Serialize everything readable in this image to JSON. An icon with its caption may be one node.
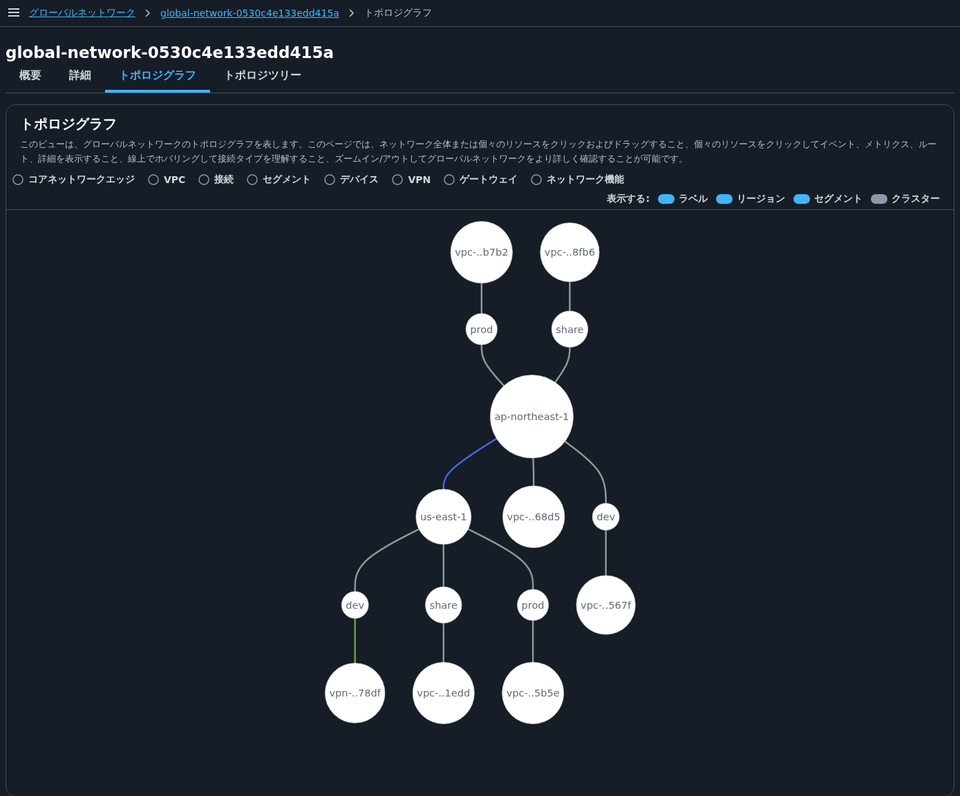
{
  "diagram": {
    "title": "global-network-0530c4e133edd415a",
    "nodes": [
      {
        "text": [
          "vpc-..b7b2"
        ]
      },
      {
        "text": [
          "vpc-..8fb6"
        ]
      },
      {
        "text": [
          "share"
        ]
      },
      {
        "text": [
          "dev"
        ]
      },
      {
        "text": [
          "prod"
        ]
      },
      {
        "text": [
          "ap-northeast-1"
        ]
      },
      {
        "text": [
          "us-east-1"
        ]
      },
      {
        "text": [
          "vpn-..78df"
        ]
      },
      {
        "text": [
          "vpc-..68d5"
        ]
      },
      {
        "text": [
          "dev"
        ]
      },
      {
        "text": [
          "share"
        ]
      },
      {
        "text": [
          "prod"
        ]
      },
      {
        "text": [
          "vpc-..5b5e"
        ]
      },
      {
        "text": [
          "vpc-..567f"
        ]
      },
      {
        "text": [
          "vpc-..1edd"
        ]
      }
    ],
    "edges": [
      {
        "from": 0,
        "to": 4,
        "arrow": "none"
      },
      {
        "from": 4,
        "to": 5,
        "arrow": "none"
      },
      {
        "from": 1,
        "to": 2,
        "arrow": "none"
      },
      {
        "from": 2,
        "to": 5,
        "arrow": "none"
      },
      {
        "from": 5,
        "to": 8,
        "arrow": "none"
      },
      {
        "from": 5,
        "to": 9,
        "arrow": "none"
      },
      {
        "from": 9,
        "to": 13,
        "arrow": "none"
      },
      {
        "from": 5,
        "to": 6,
        "arrow": "none",
        "color": "#3f6ee8"
      },
      {
        "from": 6,
        "to": 3,
        "arrow": "none"
      },
      {
        "from": 3,
        "to": 7,
        "arrow": "none",
        "color": "#6aaa3a"
      },
      {
        "from": 6,
        "to": 10,
        "arrow": "none"
      },
      {
        "from": 10,
        "to": 14,
        "arrow": "none"
      },
      {
        "from": 6,
        "to": 11,
        "arrow": "none"
      },
      {
        "from": 11,
        "to": 12,
        "arrow": "none"
      }
    ],
    "labels": [
      "グローバルネットワーク",
      "global-network-0530c4e133edd415a",
      "トポロジグラフ",
      "概要",
      "詳細",
      "トポロジグラフ",
      "トポロジツリー",
      "トポロジグラフ",
      "このビューは、グローバルネットワークのトポロジグラフを表します。このページでは、ネットワーク全体または個々のリソースをクリックおよびドラッグすること、個々のリソースをクリックしてイベント、メトリクス、ルート、詳細を表示すること、線上でホバリングして接続タイプを理解すること、ズームイン/アウトしてグローバルネットワークをより詳しく確認することが可能です。",
      "表示する:",
      "ラベル",
      "リージョン",
      "セグメント",
      "クラスター"
    ],
    "legend": [
      {
        "text": "コアネットワークエッジ"
      },
      {
        "text": "VPC"
      },
      {
        "text": "接続"
      },
      {
        "text": "セグメント"
      },
      {
        "text": "デバイス"
      },
      {
        "text": "VPN"
      },
      {
        "text": "ゲートウェイ"
      },
      {
        "text": "ネットワーク機能"
      }
    ]
  }
}
